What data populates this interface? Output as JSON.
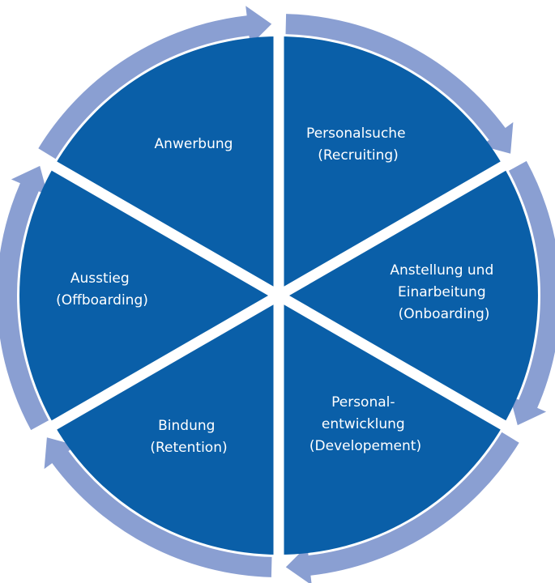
{
  "colors": {
    "segment_fill": "#0a5fa8",
    "arrow_ring": "#8a9fd2",
    "separator": "#ffffff",
    "label_text": "#ffffff"
  },
  "segments": [
    {
      "id": "recruiting",
      "lines": [
        "Personalsuche",
        "(Recruiting)"
      ]
    },
    {
      "id": "onboarding",
      "lines": [
        "Anstellung und",
        "Einarbeitung",
        "(Onboarding)"
      ]
    },
    {
      "id": "development",
      "lines": [
        "Personal-",
        "entwicklung",
        "(Developement)"
      ]
    },
    {
      "id": "retention",
      "lines": [
        "Bindung",
        "(Retention)"
      ]
    },
    {
      "id": "offboarding",
      "lines": [
        "Ausstieg",
        "(Offboarding)"
      ]
    },
    {
      "id": "attraction",
      "lines": [
        "Anwerbung"
      ]
    }
  ]
}
